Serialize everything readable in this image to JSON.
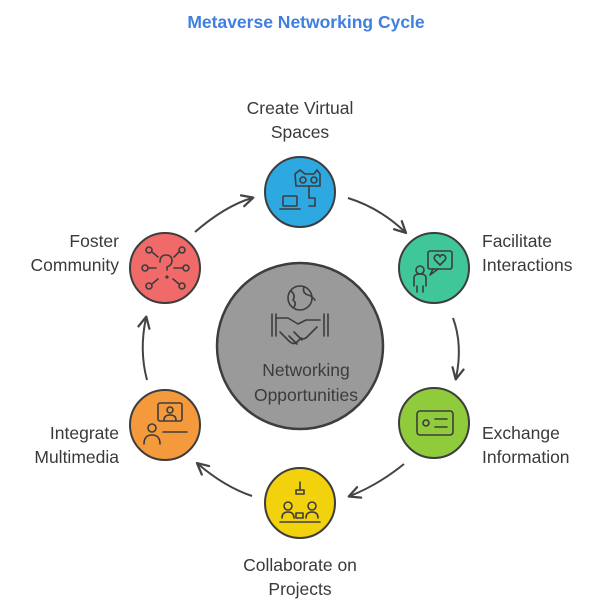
{
  "title": "Metaverse Networking Cycle",
  "center": {
    "line1": "Networking",
    "line2": "Opportunities",
    "color": "#9a9a9a",
    "icon": "handshake-globe-icon"
  },
  "steps": [
    {
      "id": "create",
      "line1": "Create Virtual",
      "line2": "Spaces",
      "color": "#2ea8e0",
      "icon": "vr-laptop-icon"
    },
    {
      "id": "facilitate",
      "line1": "Facilitate",
      "line2": "Interactions",
      "color": "#3fc79a",
      "icon": "person-chat-heart-icon"
    },
    {
      "id": "exchange",
      "line1": "Exchange",
      "line2": "Information",
      "color": "#8fcb3a",
      "icon": "id-card-icon"
    },
    {
      "id": "collaborate",
      "line1": "Collaborate on",
      "line2": "Projects",
      "color": "#f2d20c",
      "icon": "team-lamp-icon"
    },
    {
      "id": "integrate",
      "line1": "Integrate",
      "line2": "Multimedia",
      "color": "#f59a3c",
      "icon": "presenter-screen-icon"
    },
    {
      "id": "foster",
      "line1": "Foster",
      "line2": "Community",
      "color": "#f06a6a",
      "icon": "network-question-icon"
    }
  ]
}
